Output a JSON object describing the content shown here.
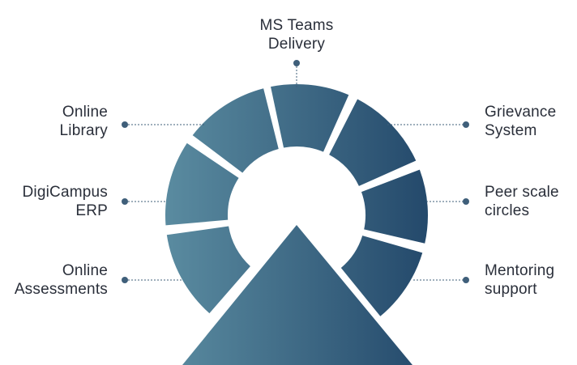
{
  "colors": {
    "gradient_start": "#5a8ba0",
    "gradient_end": "#24496b",
    "leader": "#3f5f7a",
    "text": "#2a2f3a"
  },
  "labels": {
    "ms_teams": [
      "MS Teams",
      "Delivery"
    ],
    "online_library": [
      "Online",
      "Library"
    ],
    "digicampus": [
      "DigiCampus",
      "ERP"
    ],
    "online_assessments": [
      "Online",
      "Assessments"
    ],
    "grievance": [
      "Grievance",
      "System"
    ],
    "peer_scale": [
      "Peer scale",
      "circles"
    ],
    "mentoring": [
      "Mentoring",
      "support"
    ]
  }
}
